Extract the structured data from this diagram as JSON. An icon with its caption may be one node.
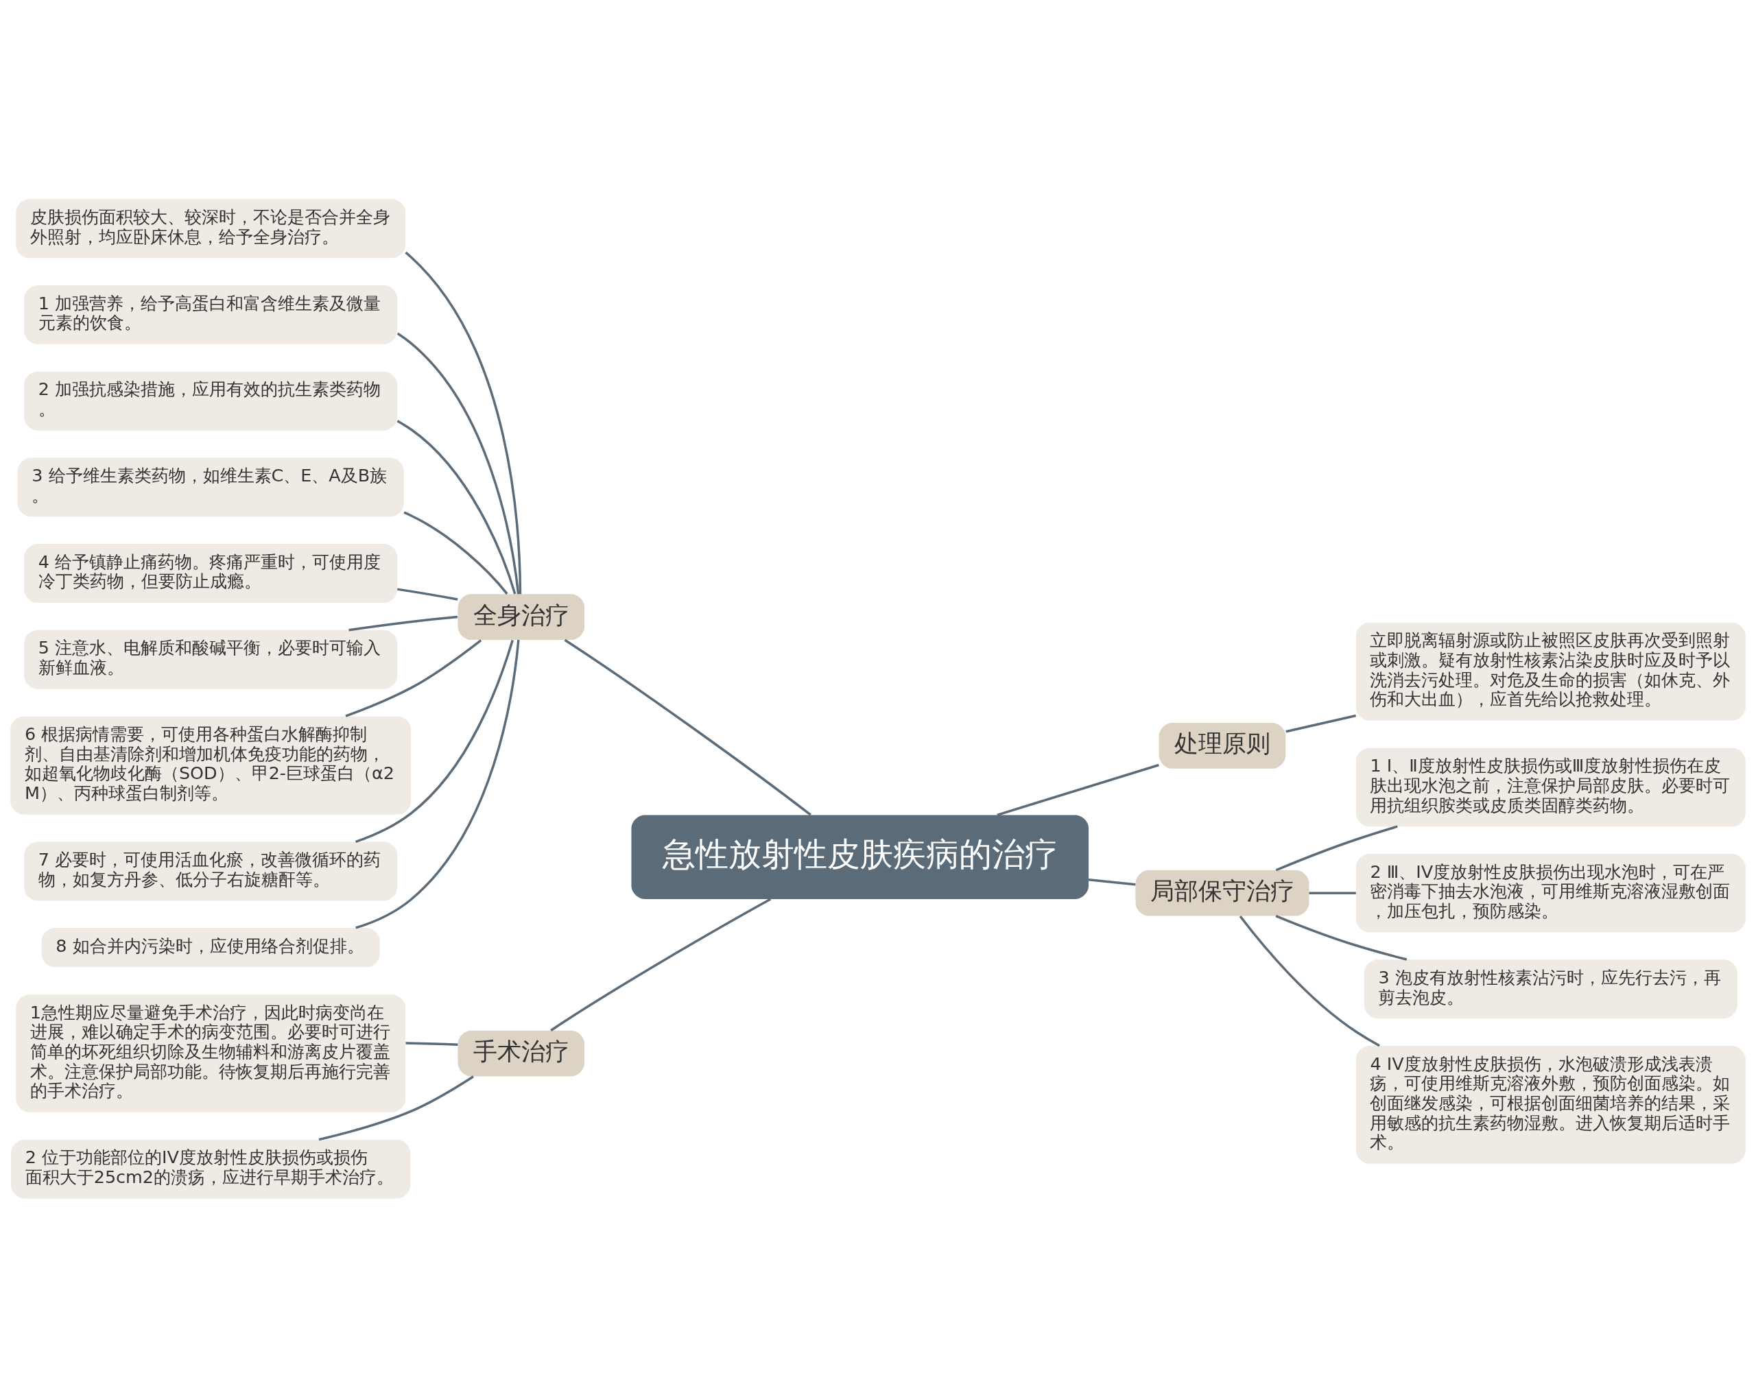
{
  "diagram": {
    "nodes": [
      {
        "text": [
          "急性放射性皮肤疾病的治疗"
        ]
      },
      {
        "text": [
          "全身治疗"
        ]
      },
      {
        "text": [
          "皮肤损伤面积较大、较深时，不论是否合并全身外照射，均应卧床休息，给予全身治疗。"
        ]
      },
      {
        "text": [
          "1 加强营养，给予高蛋白和富含维生素及微量元素的饮食。"
        ]
      },
      {
        "text": [
          "2 加强抗感染措施，应用有效的抗生素类药物。"
        ]
      },
      {
        "text": [
          "3 给予维生素类药物，如维生素C、E、A及B族。"
        ]
      },
      {
        "text": [
          "4 给予镇静止痛药物。疼痛严重时，可使用度冷丁类药物，但要防止成瘾。"
        ]
      },
      {
        "text": [
          "5 注意水、电解质和酸碱平衡，必要时可输入新鲜血液。"
        ]
      },
      {
        "text": [
          "6 根据病情需要，可使用各种蛋白水解酶抑制剂、自由基清除剂和增加机体免疫功能的药物，如超氧化物歧化酶（SOD）、甲2-巨球蛋白（α2M）、丙种球蛋白制剂等。"
        ]
      },
      {
        "text": [
          "7 必要时，可使用活血化瘀，改善微循环的药物，如复方丹参、低分子右旋糖酐等。"
        ]
      },
      {
        "text": [
          "8 如合并内污染时，应使用络合剂促排。"
        ]
      },
      {
        "text": [
          "手术治疗"
        ]
      },
      {
        "text": [
          "1急性期应尽量避免手术治疗，因此时病变尚在进展，难以确定手术的病变范围。必要时可进行简单的坏死组织切除及生物辅料和游离皮片覆盖术。注意保护局部功能。待恢复期后再施行完善的手术治疗。"
        ]
      },
      {
        "text": [
          "2 位于功能部位的IV度放射性皮肤损伤或损伤面积大于25cm2的溃疡，应进行早期手术治疗。"
        ]
      },
      {
        "text": [
          "处理原则"
        ]
      },
      {
        "text": [
          "立即脱离辐射源或防止被照区皮肤再次受到照射或刺激。疑有放射性核素沾染皮肤时应及时予以洗消去污处理。对危及生命的损害（如休克、外伤和大出血），应首先给以抢救处理。"
        ]
      },
      {
        "text": [
          "局部保守治疗"
        ]
      },
      {
        "text": [
          "1 Ⅰ、Ⅱ度放射性皮肤损伤或Ⅲ度放射性损伤在皮肤出现水泡之前，注意保护局部皮肤。必要时可用抗组织胺类或皮质类固醇类药物。"
        ]
      },
      {
        "text": [
          "2 Ⅲ、IV度放射性皮肤损伤出现水泡时，可在严密消毒下抽去水泡液，可用维斯克溶液湿敷创面，加压包扎，预防感染。"
        ]
      },
      {
        "text": [
          "3 泡皮有放射性核素沾污时，应先行去污，再剪去泡皮。"
        ]
      },
      {
        "text": [
          "4 IV度放射性皮肤损伤，水泡破溃形成浅表溃疡，可使用维斯克溶液外敷，预防创面感染。如创面继发感染，可根据创面细菌培养的结果，采用敏感的抗生素药物湿敷。进入恢复期后适时手术。"
        ]
      }
    ],
    "edges": [
      {
        "from": 0,
        "to": 1,
        "arrow": "none"
      },
      {
        "from": 1,
        "to": 2,
        "arrow": "none"
      },
      {
        "from": 1,
        "to": 3,
        "arrow": "none"
      },
      {
        "from": 1,
        "to": 4,
        "arrow": "none"
      },
      {
        "from": 1,
        "to": 5,
        "arrow": "none"
      },
      {
        "from": 1,
        "to": 6,
        "arrow": "none"
      },
      {
        "from": 1,
        "to": 7,
        "arrow": "none"
      },
      {
        "from": 1,
        "to": 8,
        "arrow": "none"
      },
      {
        "from": 1,
        "to": 9,
        "arrow": "none"
      },
      {
        "from": 1,
        "to": 10,
        "arrow": "none"
      },
      {
        "from": 0,
        "to": 11,
        "arrow": "none"
      },
      {
        "from": 11,
        "to": 12,
        "arrow": "none"
      },
      {
        "from": 11,
        "to": 13,
        "arrow": "none"
      },
      {
        "from": 0,
        "to": 14,
        "arrow": "none"
      },
      {
        "from": 14,
        "to": 15,
        "arrow": "none"
      },
      {
        "from": 0,
        "to": 16,
        "arrow": "none"
      },
      {
        "from": 16,
        "to": 17,
        "arrow": "none"
      },
      {
        "from": 16,
        "to": 18,
        "arrow": "none"
      },
      {
        "from": 16,
        "to": 19,
        "arrow": "none"
      },
      {
        "from": 16,
        "to": 20,
        "arrow": "none"
      }
    ]
  }
}
